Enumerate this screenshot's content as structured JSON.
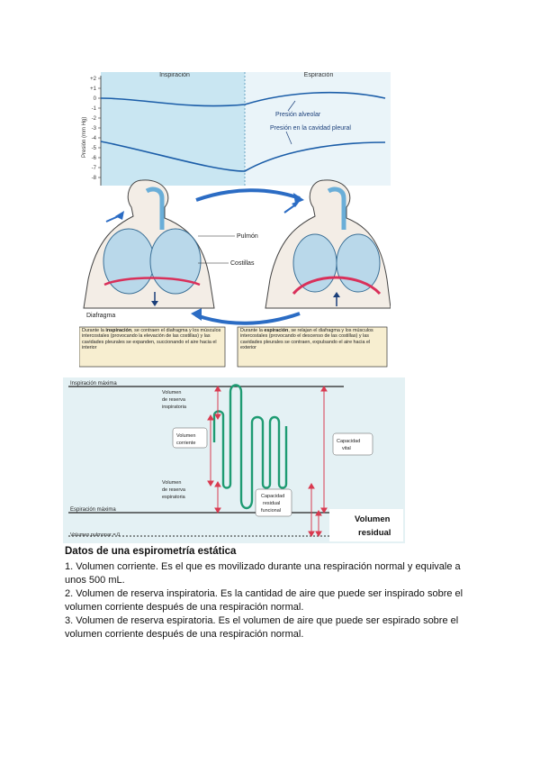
{
  "figure1": {
    "phase_left": "Inspiración",
    "phase_right": "Espiración",
    "y_axis_label": "Presión (mm Hg)",
    "y_ticks": [
      "+2",
      "+1",
      "0",
      "-1",
      "-2",
      "-3",
      "-4",
      "-5",
      "-6",
      "-7",
      "-8"
    ],
    "curve_alveolar": "Presión alveolar",
    "curve_pleural": "Presión en la cavidad pleural",
    "label_lung": "Pulmón",
    "label_ribs": "Costillas",
    "label_diaphragm": "Diafragma",
    "caption_left_pre": "Durante la ",
    "caption_left_bold": "inspiración",
    "caption_left_post": ", se contraen el diafragma y los músculos intercostales (provocando la elevación de las costillas) y las cavidades pleurales se expanden, succionando el aire hacia el interior",
    "caption_right_pre": "Durante la ",
    "caption_right_bold": "espiración",
    "caption_right_post": ", se relajan el diafragma y los músculos intercostales (provocando el descenso de las costillas) y las cavidades pleurales se contraen, expulsando el aire hacia el exterior"
  },
  "figure2": {
    "line_top": "Inspiración máxima",
    "line_mid": "Espiración máxima",
    "line_bottom": "Volumen pulmonar = 0",
    "label_vri": [
      "Volumen",
      "de reserva",
      "inspiratoria"
    ],
    "label_vc": [
      "Volumen",
      "corriente"
    ],
    "label_vre": [
      "Volumen",
      "de reserva",
      "espiratoria"
    ],
    "label_crf": [
      "Capacidad",
      "residual",
      "funcional"
    ],
    "label_cv": [
      "Capacidad",
      "vital"
    ],
    "label_vr": [
      "Volumen",
      "residual"
    ]
  },
  "text": {
    "heading": "Datos de una espirometría estática",
    "items": [
      "1. Volumen corriente. Es el que es movilizado durante una respiración normal y equivale a unos 500 mL.",
      "2. Volumen de reserva inspiratoria. Es la cantidad de aire que puede ser inspirado sobre el volumen corriente después de una respiración normal.",
      "3. Volumen de reserva espiratoria. Es el volumen de aire que puede ser espirado sobre el volumen corriente después de una respiración normal."
    ]
  }
}
